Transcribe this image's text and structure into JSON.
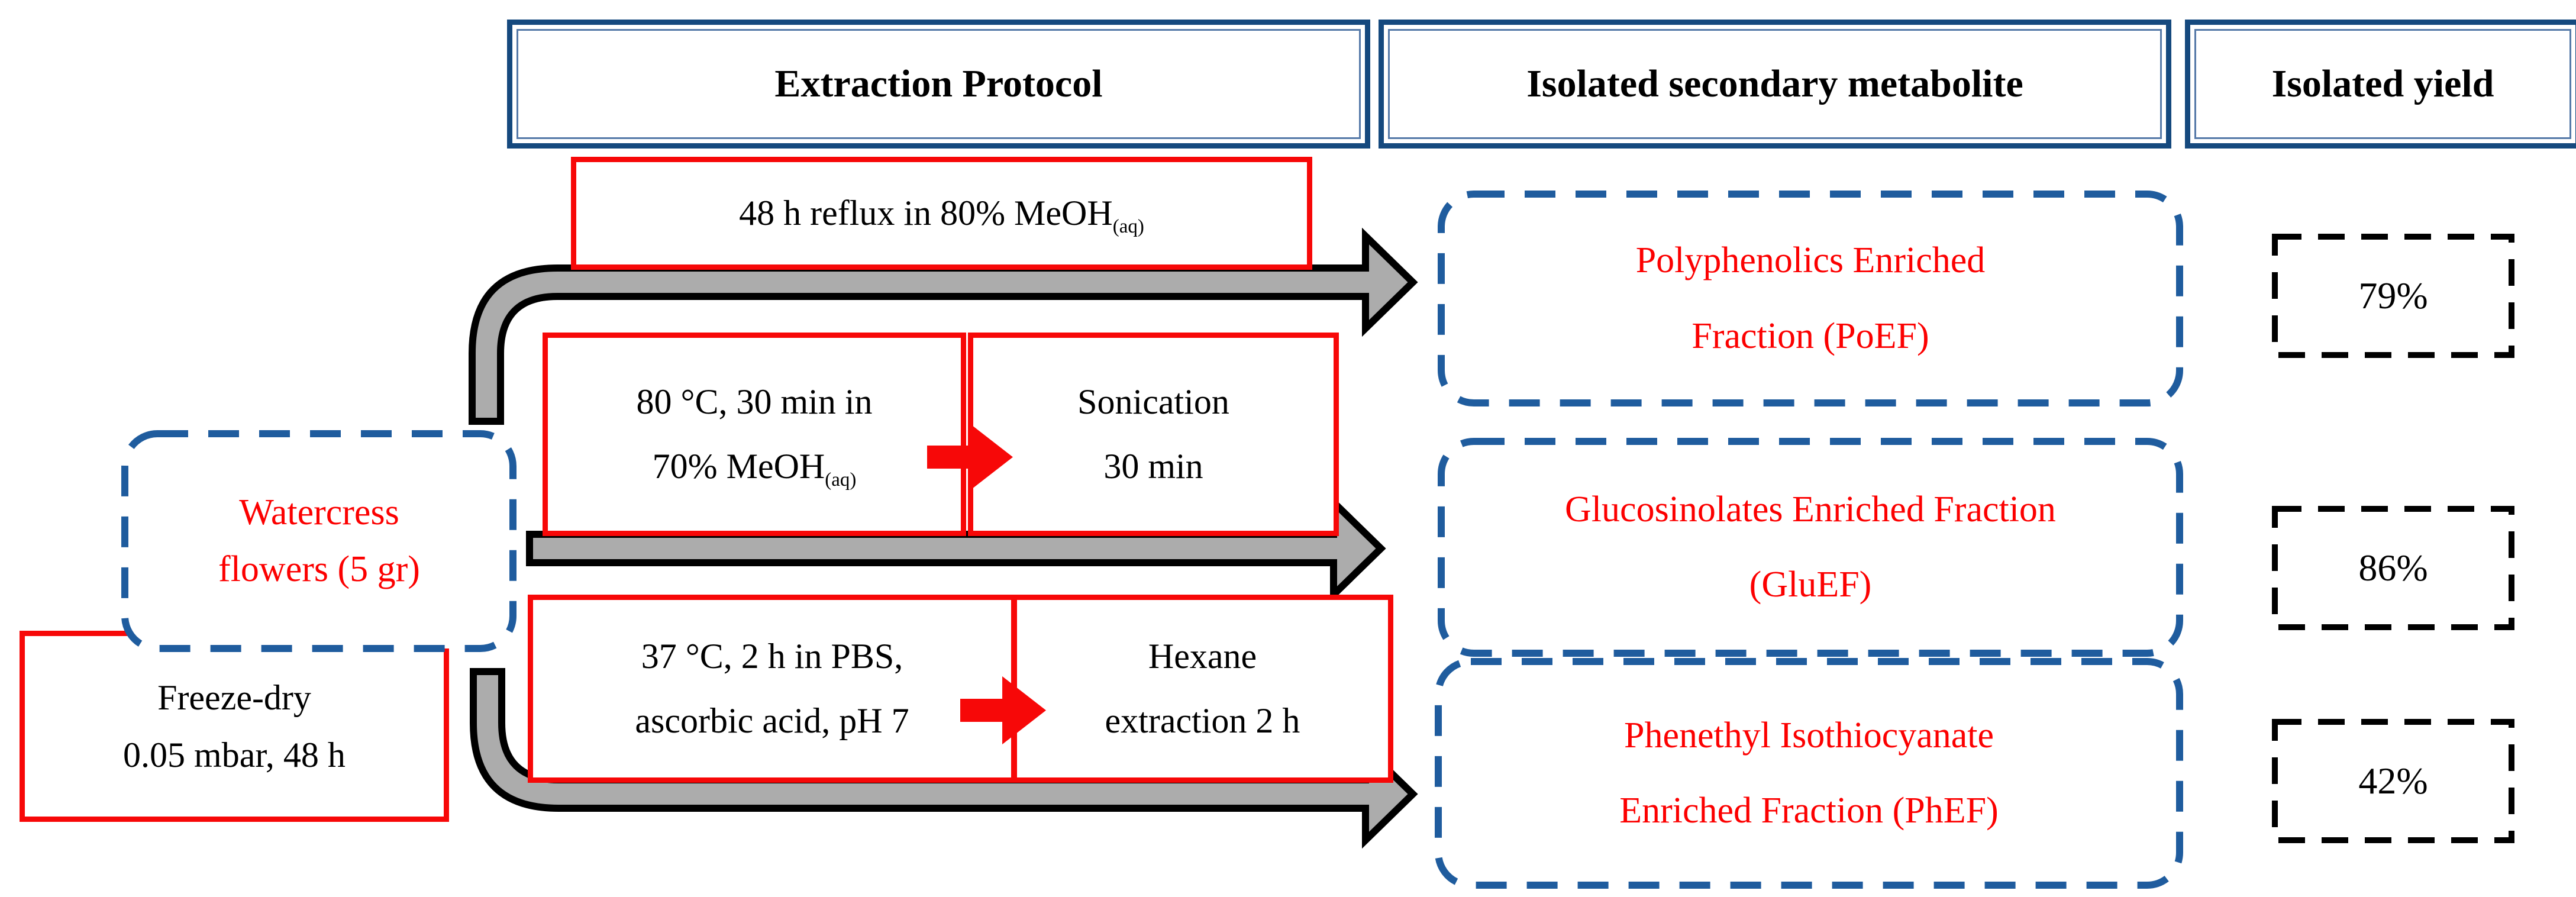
{
  "headers": {
    "extraction_protocol": "Extraction Protocol",
    "isolated_metabolite": "Isolated secondary metabolite",
    "isolated_yield": "Isolated yield"
  },
  "source": {
    "watercress": {
      "line1": "Watercress",
      "line2": "flowers (5 gr)"
    },
    "freeze_dry": {
      "line1": "Freeze-dry",
      "line2": "0.05 mbar, 48 h"
    }
  },
  "routes": [
    {
      "step1": {
        "text": "48 h reflux in 80% MeOH",
        "sub": "(aq)"
      },
      "metabolite": {
        "line1": "Polyphenolics Enriched",
        "line2": "Fraction (PoEF)"
      },
      "yield_value": "79%"
    },
    {
      "step1": {
        "line1": "80 °C, 30 min in",
        "line2": "70% MeOH",
        "line2_sub": "(aq)"
      },
      "step2": {
        "line1": "Sonication",
        "line2": "30 min"
      },
      "metabolite": {
        "line1": "Glucosinolates Enriched Fraction",
        "line2": "(GluEF)"
      },
      "yield_value": "86%"
    },
    {
      "step1": {
        "line1": "37 °C, 2 h in PBS,",
        "line2": "ascorbic acid, pH 7"
      },
      "step2": {
        "line1": "Hexane",
        "line2": "extraction 2 h"
      },
      "metabolite": {
        "line1": "Phenethyl Isothiocyanate",
        "line2": "Enriched Fraction (PhEF)"
      },
      "yield_value": "42%"
    }
  ],
  "colors": {
    "header_border_blue": "#15497e",
    "dashed_blue": "#1f5c9e",
    "red": "#f70808",
    "red_text": "#fc0000",
    "arrow_gray": "#acacac",
    "black": "#000000"
  }
}
